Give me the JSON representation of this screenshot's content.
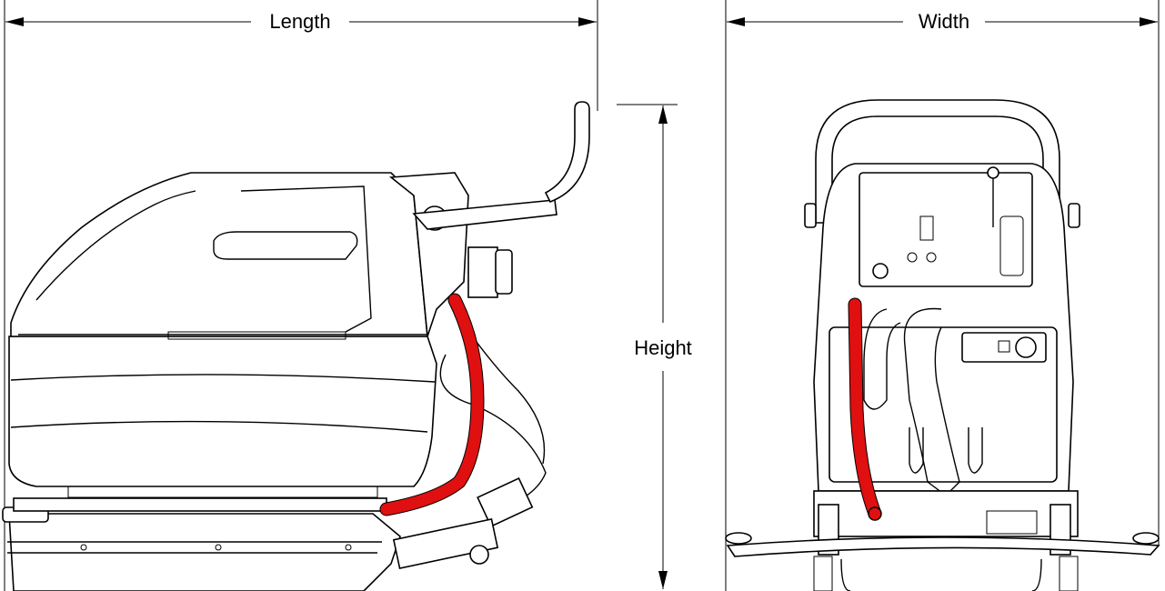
{
  "dimensions": {
    "length_label": "Length",
    "width_label": "Width",
    "height_label": "Height"
  },
  "colors": {
    "hose": "#e01010",
    "line": "#000000",
    "background": "#ffffff"
  }
}
